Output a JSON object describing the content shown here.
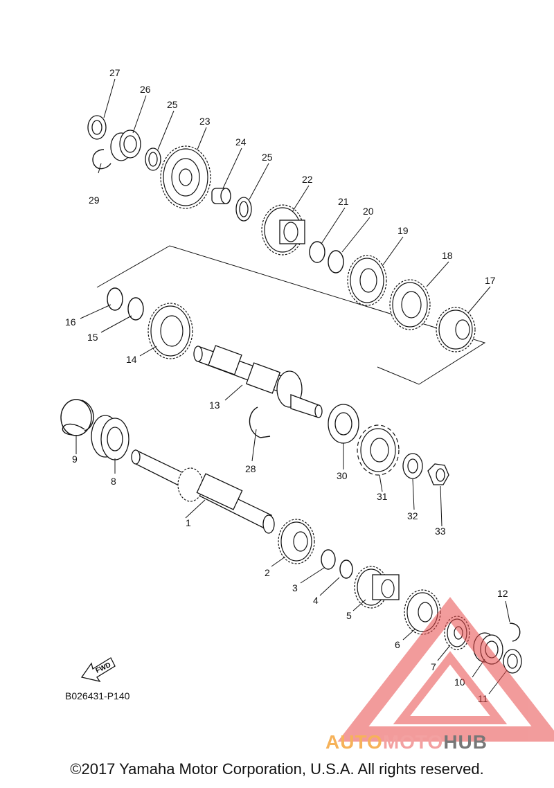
{
  "diagram_code": "B026431-P140",
  "direction_label": "FWD",
  "copyright": "©2017 Yamaha Motor Corporation, U.S.A. All rights reserved.",
  "watermark": {
    "part1": "AUTO",
    "part2": "MOTO",
    "part3": "HUB",
    "colors": {
      "auto": "#f6b25a",
      "moto": "#f3a1a1",
      "hub": "#777777",
      "triangle": "#e84a4a"
    }
  },
  "callouts": [
    "1",
    "2",
    "3",
    "4",
    "5",
    "6",
    "7",
    "8",
    "9",
    "10",
    "11",
    "12",
    "13",
    "14",
    "15",
    "16",
    "17",
    "18",
    "19",
    "20",
    "21",
    "22",
    "23",
    "24",
    "25",
    "25",
    "26",
    "27",
    "28",
    "29",
    "30",
    "31",
    "32",
    "33"
  ]
}
